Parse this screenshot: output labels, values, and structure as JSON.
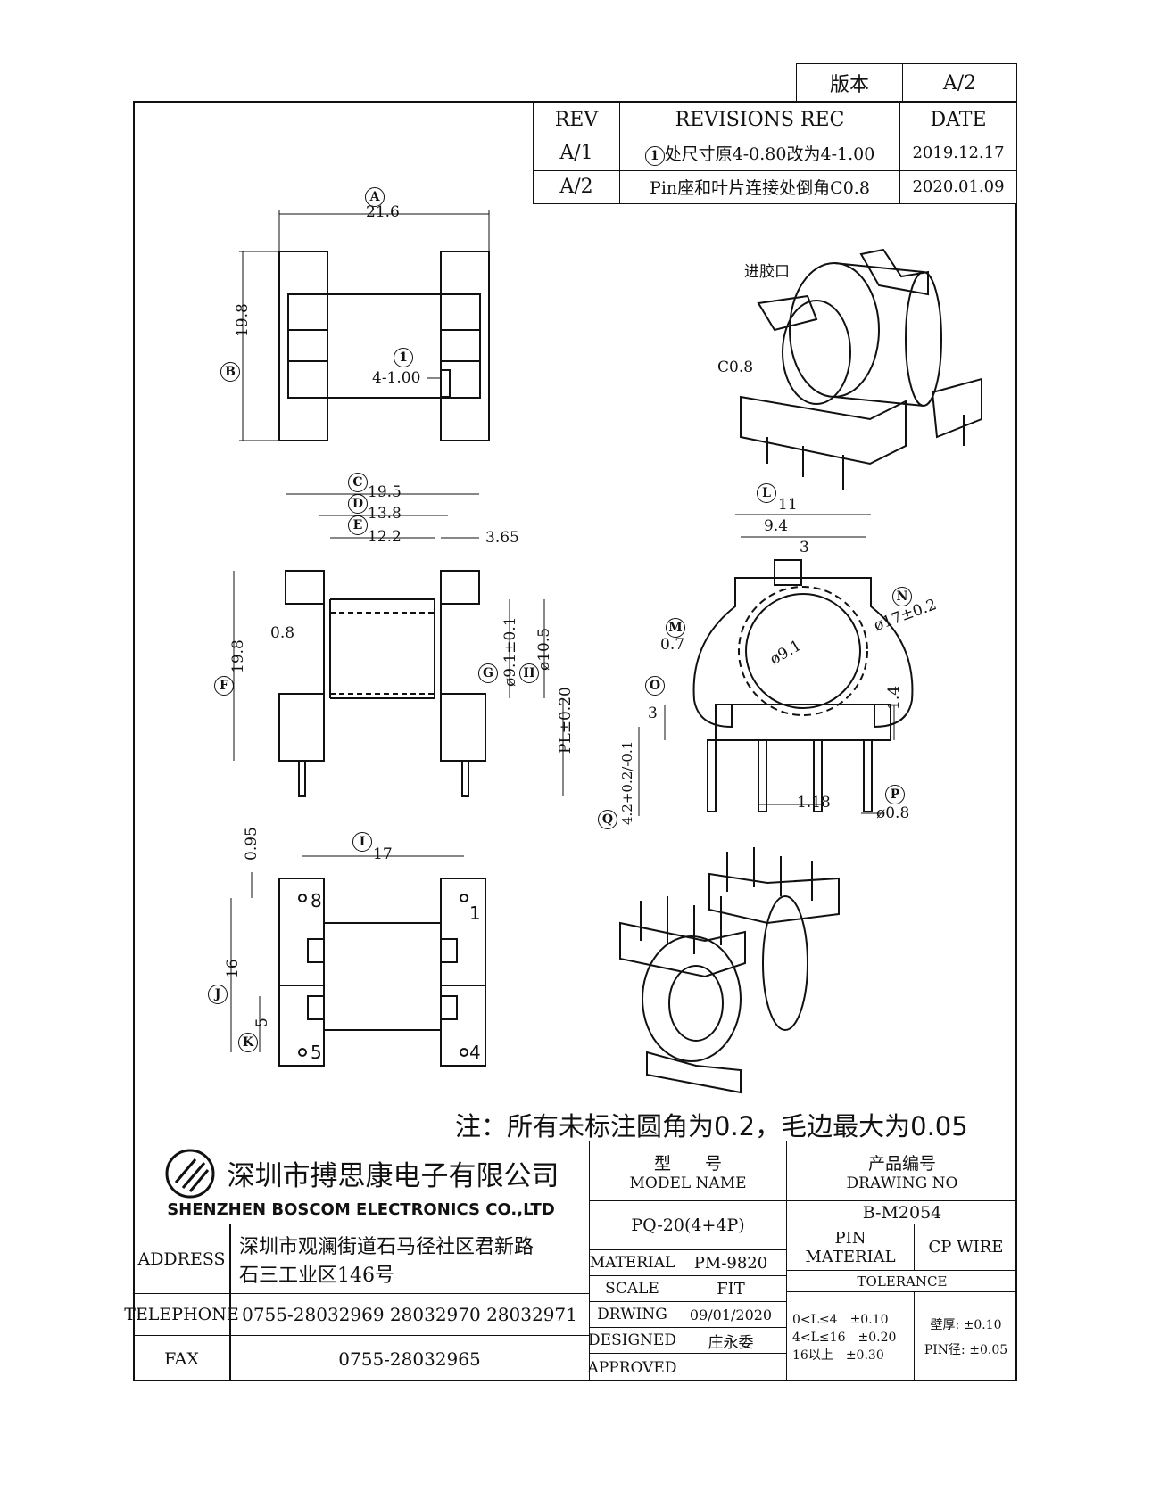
{
  "version": {
    "label": "版本",
    "value": "A/2"
  },
  "revisions": {
    "headers": [
      "REV",
      "REVISIONS REC",
      "DATE"
    ],
    "rows": [
      {
        "rev": "A/1",
        "mark": "1",
        "text": "处尺寸原4-0.80改为4-1.00",
        "date": "2019.12.17"
      },
      {
        "rev": "A/2",
        "mark": "",
        "text": "Pin座和叶片连接处倒角C0.8",
        "date": "2020.01.09"
      }
    ]
  },
  "views": {
    "top": {
      "A": "A",
      "a_val": "21.6",
      "B": "B",
      "b_val": "19.8",
      "mark1": "1",
      "slot": "4-1.00"
    },
    "front": {
      "C": "C",
      "c_val": "19.5",
      "D": "D",
      "d_val": "13.8",
      "E": "E",
      "e_val": "12.2",
      "e2": "3.65",
      "F": "F",
      "f_val": "19.8",
      "wall": "0.8",
      "G": "G",
      "g_val": "ø9.1±0.1",
      "H": "H",
      "h_val": "ø10.5",
      "pl": "PL±0.20"
    },
    "side": {
      "L": "L",
      "l_val": "11",
      "w94": "9.4",
      "w3": "3",
      "M": "M",
      "m_val": "0.7",
      "inner": "ø9.1",
      "N": "N",
      "n_val": "ø17±0.2",
      "O": "O",
      "o_val": "3",
      "h14": "1.4",
      "Q": "Q",
      "q_val": "4.2+0.2/-0.1",
      "pitch": "1.18",
      "P": "P",
      "p_val": "ø0.8"
    },
    "bottom": {
      "I": "I",
      "i_val": "17",
      "top": "0.95",
      "J": "J",
      "j_val": "16",
      "K": "K",
      "k_val": "5",
      "pins": [
        "8",
        "1",
        "5",
        "4"
      ]
    },
    "iso": {
      "gate": "进胶口",
      "chamfer": "C0.8"
    }
  },
  "note": "注：所有未标注圆角为0.2，毛边最大为0.05",
  "title_block": {
    "company_cn": "深圳市搏思康电子有限公司",
    "company_en": "SHENZHEN BOSCOM ELECTRONICS CO.,LTD",
    "address_label": "ADDRESS",
    "address": [
      "深圳市观澜街道石马径社区君新路",
      "石三工业区146号"
    ],
    "telephone_label": "TELEPHONE",
    "telephone": "0755-28032969 28032970 28032971",
    "fax_label": "FAX",
    "fax": "0755-28032965",
    "model_label_cn": "型　　号",
    "model_label_en": "MODEL NAME",
    "model": "PQ-20(4+4P)",
    "drawing_no_label_cn": "产品编号",
    "drawing_no_label_en": "DRAWING NO",
    "drawing_no": "B-M2054",
    "material_label": "MATERIAL",
    "material": "PM-9820",
    "scale_label": "SCALE",
    "scale": "FIT",
    "drawing_label": "DRWING",
    "drawing_date": "09/01/2020",
    "designed_label": "DESIGNED",
    "designed": "庄永委",
    "approved_label": "APPROVED",
    "pin_material_label": "PIN MATERIAL",
    "pin_material": "CP WIRE",
    "tolerance_label": "TOLERANCE",
    "tolerances": [
      {
        "range": "0<L≤4",
        "tol": "±0.10"
      },
      {
        "range": "4<L≤16",
        "tol": "±0.20"
      },
      {
        "range": "16以上",
        "tol": "±0.30"
      }
    ],
    "wall": {
      "label": "壁厚:",
      "tol": "±0.10"
    },
    "pin_dia": {
      "label": "PIN径:",
      "tol": "±0.05"
    }
  }
}
